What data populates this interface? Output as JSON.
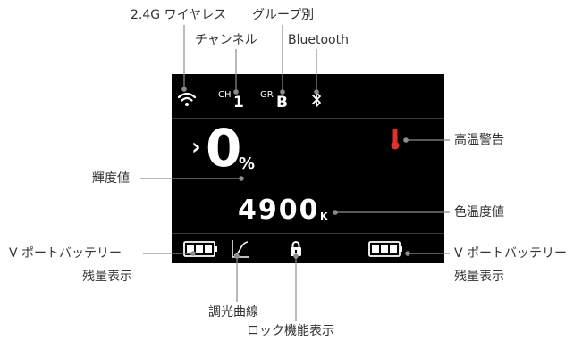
{
  "labels": {
    "wireless": "2.4G ワイヤレス",
    "group": "グループ別",
    "channel": "チャンネル",
    "bluetooth": "Bluetooth",
    "temp_warning": "高温警告",
    "brightness": "輝度値",
    "cct": "色温度値",
    "battery_left_1": "V ポートバッテリー",
    "battery_left_2": "残量表示",
    "battery_right_1": "V ポートバッテリー",
    "battery_right_2": "残量表示",
    "dimming_curve": "調光曲線",
    "lock": "ロック機能表示"
  },
  "screen": {
    "ch_prefix": "CH",
    "ch_value": "1",
    "gr_prefix": "GR",
    "gr_value": "B",
    "chevron": "›",
    "brightness_value": "0",
    "brightness_unit": "%",
    "cct_value": "4900",
    "cct_unit": "K"
  },
  "icons": {
    "wifi": "wifi-icon",
    "bluetooth": "bluetooth-icon",
    "thermometer": "thermometer-icon",
    "battery": "battery-icon",
    "curve": "dimming-curve-icon",
    "lock": "lock-icon"
  },
  "colors": {
    "screen_bg": "#000000",
    "thermometer": "#e03030",
    "leader": "#8c8c8c"
  }
}
